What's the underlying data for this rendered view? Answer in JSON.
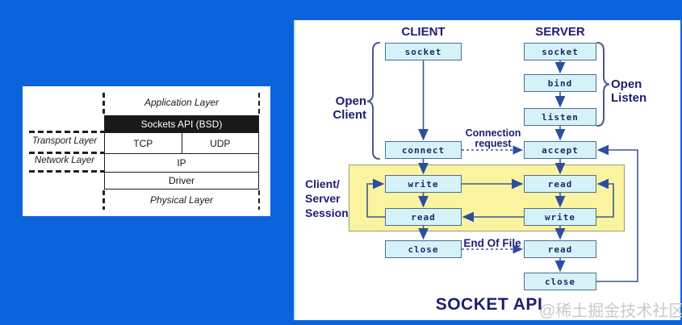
{
  "left_stack": {
    "application_layer": "Application Layer",
    "sockets_api": "Sockets API (BSD)",
    "transport_layer": "Transport Layer",
    "tcp": "TCP",
    "udp": "UDP",
    "network_layer": "Network Layer",
    "ip": "IP",
    "driver": "Driver",
    "physical_layer": "Physical Layer"
  },
  "socket_diagram": {
    "title": "SOCKET API",
    "client_header": "CLIENT",
    "server_header": "SERVER",
    "open_client": "Open Client",
    "open_listen": "Open Listen",
    "connection_request": "Connection request",
    "end_of_file": "End Of File",
    "session_lines": [
      "Client/",
      "Server",
      "Session"
    ],
    "client_nodes": {
      "socket": "socket",
      "connect": "connect",
      "write": "write",
      "read": "read",
      "close": "close"
    },
    "server_nodes": {
      "socket": "socket",
      "bind": "bind",
      "listen": "listen",
      "accept": "accept",
      "read_top": "read",
      "write": "write",
      "read_bottom": "read",
      "close": "close"
    }
  },
  "watermark": "@稀土掘金技术社区",
  "colors": {
    "background": "#0b63dc",
    "panel": "#ffffff",
    "node_fill": "#d5f2f9",
    "node_border": "#4e6d92",
    "arrow_line": "#3c5a88",
    "arrow_head": "#2b4f9e",
    "label_navy": "#1e1d6e",
    "session_bg": "#faf4a0",
    "stack_black": "#191919",
    "watermark_gray": "#c9c9c9"
  }
}
